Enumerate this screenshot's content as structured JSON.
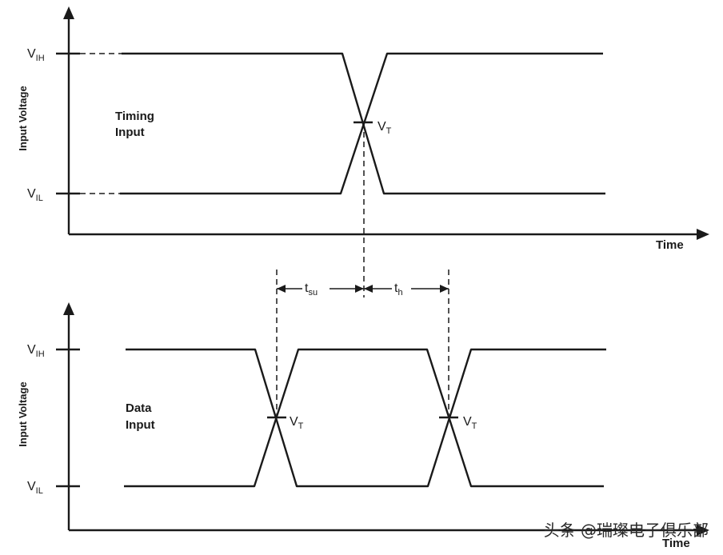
{
  "top_panel": {
    "y_axis_label": "Input Voltage",
    "x_axis_label": "Time",
    "signal_label_line1": "Timing",
    "signal_label_line2": "Input",
    "high_level": {
      "main": "V",
      "sub": "IH"
    },
    "low_level": {
      "main": "V",
      "sub": "IL"
    },
    "threshold": {
      "main": "V",
      "sub": "T"
    }
  },
  "bottom_panel": {
    "y_axis_label": "Input Voltage",
    "x_axis_label": "Time",
    "signal_label_line1": "Data",
    "signal_label_line2": "Input",
    "high_level": {
      "main": "V",
      "sub": "IH"
    },
    "low_level": {
      "main": "V",
      "sub": "IL"
    },
    "threshold": {
      "main": "V",
      "sub": "T"
    }
  },
  "timing": {
    "setup": {
      "main": "t",
      "sub": "su"
    },
    "hold": {
      "main": "t",
      "sub": "h"
    }
  },
  "watermark": "头条 @瑞璨电子俱乐部"
}
